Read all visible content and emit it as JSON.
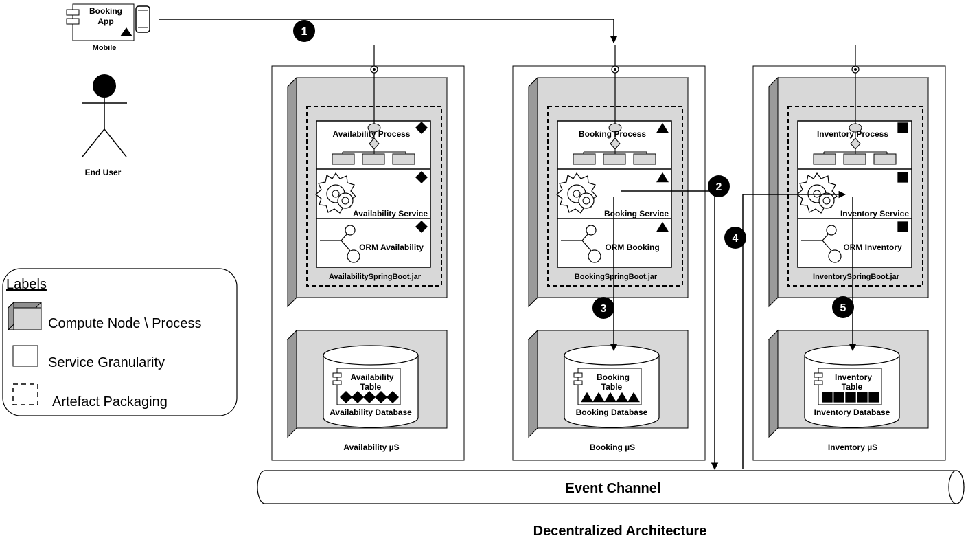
{
  "mobile": {
    "app_label_1": "Booking",
    "app_label_2": "App",
    "caption": "Mobile"
  },
  "actor": {
    "label": "End User"
  },
  "legend": {
    "title": "Labels",
    "items": [
      "Compute Node \\ Process",
      "Service Granularity",
      "Artefact Packaging"
    ]
  },
  "services": [
    {
      "process": "Availability Process",
      "service": "Availability Service",
      "orm": "ORM Availability",
      "jar": "AvailabilitySpringBoot.jar",
      "table_1": "Availability",
      "table_2": "Table",
      "database": "Availability Database",
      "us": "Availability µS",
      "marker": "diamond"
    },
    {
      "process": "Booking Process",
      "service": "Booking Service",
      "orm": "ORM Booking",
      "jar": "BookingSpringBoot.jar",
      "table_1": "Booking",
      "table_2": "Table",
      "database": "Booking Database",
      "us": "Booking µS",
      "marker": "triangle"
    },
    {
      "process": "Inventory Process",
      "service": "Inventory Service",
      "orm": "ORM Inventory",
      "jar": "InventorySpringBoot.jar",
      "table_1": "Inventory",
      "table_2": "Table",
      "database": "Inventory Database",
      "us": "Inventory µS",
      "marker": "square"
    }
  ],
  "steps": [
    "1",
    "2",
    "3",
    "4",
    "5"
  ],
  "event_channel": "Event Channel",
  "footer": "Decentralized Architecture"
}
